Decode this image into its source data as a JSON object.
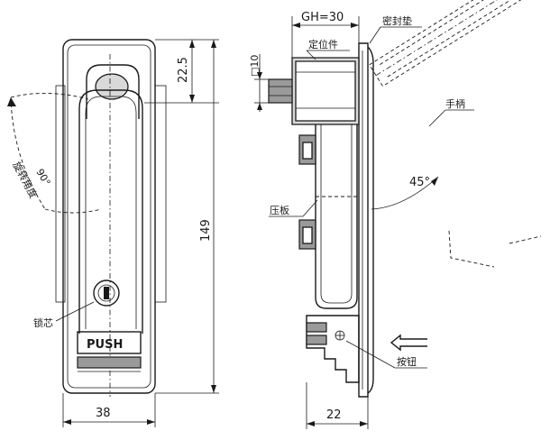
{
  "dimensions": {
    "top_offset": "22.5",
    "height": "149",
    "front_width": "38",
    "side_depth": "22",
    "grip_height": "GH=30",
    "square_key": "□10",
    "rotation_angle": "90°",
    "handle_angle": "45°"
  },
  "labels": {
    "rotation_direction": "旋转角度",
    "lock_core": "锁芯",
    "push_text": "PUSH",
    "seal_gasket": "密封垫",
    "positioning_part": "定位件",
    "handle": "手柄",
    "press_plate": "压板",
    "button": "按钮"
  }
}
